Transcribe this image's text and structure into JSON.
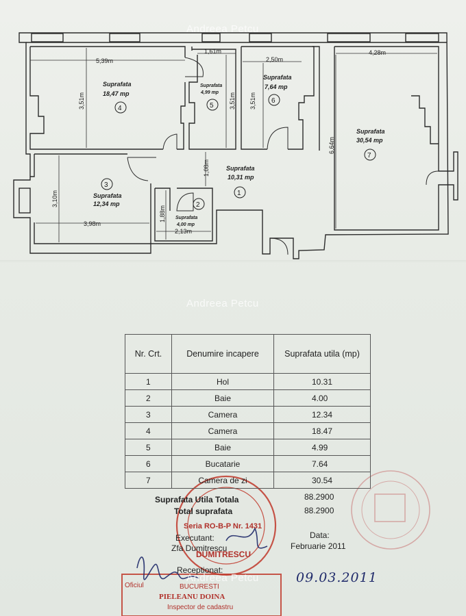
{
  "watermark": "Andreea Petcu",
  "plan": {
    "rooms": [
      {
        "id": "4",
        "label": "Suprafata",
        "area": "18,47 mp",
        "dim_w": "5,39m",
        "dim_h": "3,51m"
      },
      {
        "id": "5",
        "label": "Suprafata",
        "area": "4,99 mp",
        "dim_w": "1,61m",
        "dim_h": "3,51m"
      },
      {
        "id": "6",
        "label": "Suprafata",
        "area": "7,64 mp",
        "dim_w": "2,50m",
        "dim_h": "3,51m"
      },
      {
        "id": "7",
        "label": "Suprafata",
        "area": "30,54 mp",
        "dim_w": "4,28m",
        "dim_h": "6,64m"
      },
      {
        "id": "1",
        "label": "Suprafata",
        "area": "10,31 mp",
        "dim_h": "1,08m"
      },
      {
        "id": "3",
        "label": "Suprafata",
        "area": "12,34 mp",
        "dim_w": "3,98m",
        "dim_h": "3,10m"
      },
      {
        "id": "2",
        "label": "Suprafata",
        "area": "4,00 mp",
        "dim_w": "2,13m",
        "dim_h": "1,88m"
      }
    ]
  },
  "table": {
    "headers": [
      "Nr. Crt.",
      "Denumire incapere",
      "Suprafata utila (mp)"
    ],
    "rows": [
      {
        "nr": "1",
        "name": "Hol",
        "area": "10.31"
      },
      {
        "nr": "2",
        "name": "Baie",
        "area": "4.00"
      },
      {
        "nr": "3",
        "name": "Camera",
        "area": "12.34"
      },
      {
        "nr": "4",
        "name": "Camera",
        "area": "18.47"
      },
      {
        "nr": "5",
        "name": "Baie",
        "area": "4.99"
      },
      {
        "nr": "6",
        "name": "Bucatarie",
        "area": "7.64"
      },
      {
        "nr": "7",
        "name": "Camera de zi",
        "area": "30.54"
      }
    ]
  },
  "totals": {
    "util_label": "Suprafata Utila Totala",
    "util_value": "88.2900",
    "total_label": "Total suprafata",
    "total_value": "88.2900"
  },
  "footer": {
    "executant_label": "Executant:",
    "executant_name": "Zfa Dumitrescu",
    "data_label": "Data:",
    "data_value": "Februarie 2011",
    "receptionat_label": "Receptionat:",
    "handwritten_date": "09.03.2011"
  },
  "stamp": {
    "serial": "Seria RO-B-P Nr. 1431",
    "name": "DUMITRESCU",
    "oficiu_name": "PIELEANU DOINA",
    "oficiu_role": "Inspector de cadastru",
    "oficiu_city": "BUCURESTI",
    "oficiu_label": "Oficiul"
  }
}
